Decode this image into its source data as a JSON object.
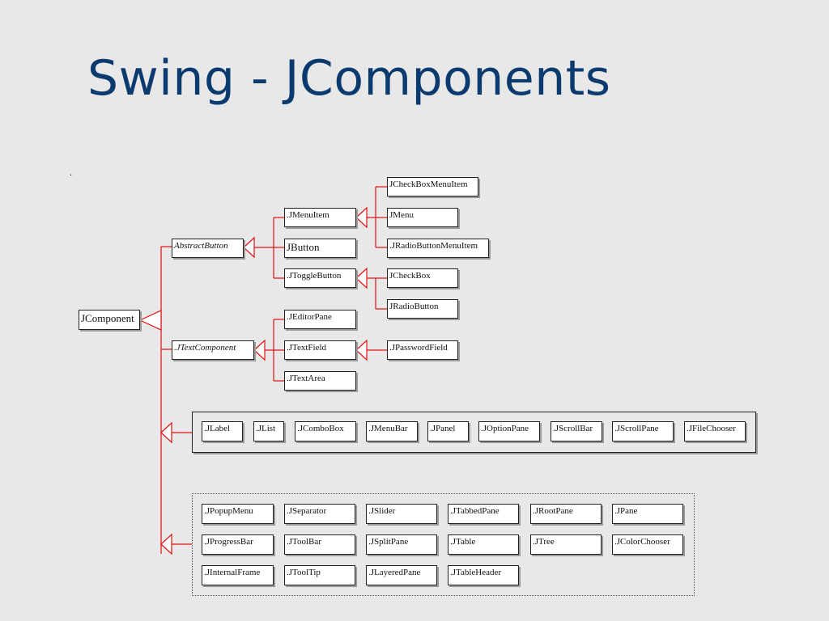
{
  "title": "Swing - JComponents",
  "marker": ".",
  "root": {
    "label": "JComponent"
  },
  "abstract_button": {
    "label": "AbstractButton"
  },
  "text_component": {
    "label": ".JTextComponent"
  },
  "menu_item": {
    "label": ".JMenuItem"
  },
  "jbutton": {
    "label": "JButton"
  },
  "toggle_button": {
    "label": ".JToggleButton"
  },
  "checkbox_menu_item": {
    "label": "JCheckBoxMenuItem"
  },
  "jmenu": {
    "label": "JMenu"
  },
  "radio_menu_item": {
    "label": ".JRadioButtonMenuItem"
  },
  "jcheckbox": {
    "label": "JCheckBox"
  },
  "jradiobutton": {
    "label": "JRadioButton"
  },
  "editor_pane": {
    "label": ".JEditorPane"
  },
  "text_field": {
    "label": ".JTextField"
  },
  "text_area": {
    "label": ".JTextArea"
  },
  "password_field": {
    "label": ".JPasswordField"
  },
  "group_one": [
    ".JLabel",
    ".JList",
    ".JComboBox",
    ".JMenuBar",
    ".JPanel",
    ".JOptionPane",
    ".JScrollBar",
    ".JScrollPane",
    ".JFileChooser"
  ],
  "group_two": [
    [
      ".JPopupMenu",
      ".JSeparator",
      ".JSlider",
      ".JTabbedPane",
      ".JRootPane",
      ".JPane"
    ],
    [
      ".JProgressBar",
      ".JToolBar",
      ".JSplitPane",
      ".JTable",
      ".JTree",
      ".JColorChooser"
    ],
    [
      ".JInternalFrame",
      ".JToolTip",
      ".JLayeredPane",
      ".JTableHeader"
    ]
  ],
  "colors": {
    "title": "#0b3a6e",
    "connector": "#e01010",
    "background": "#e8e8e8"
  }
}
